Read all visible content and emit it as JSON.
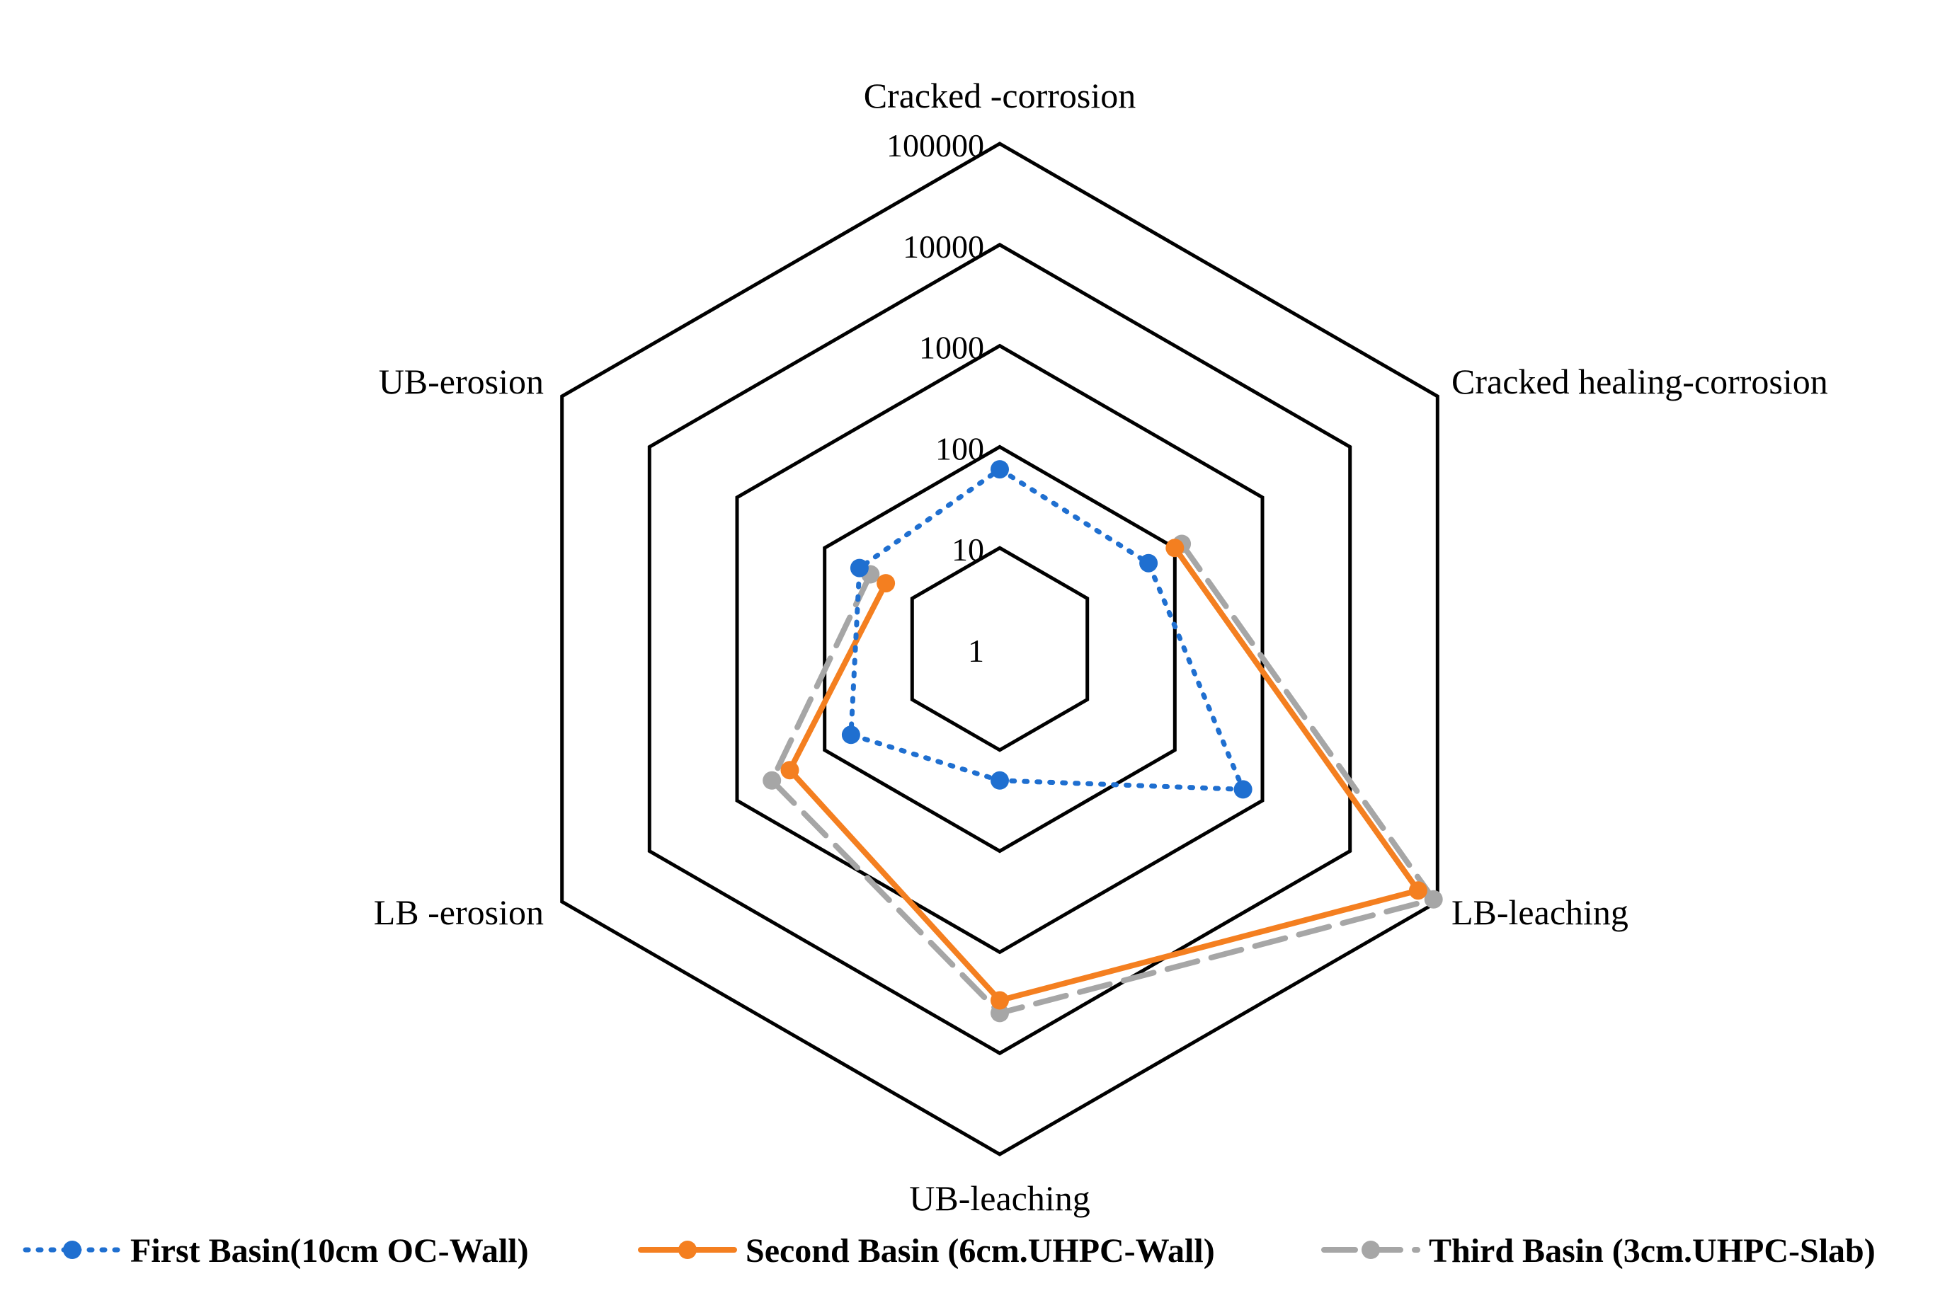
{
  "chart_data": {
    "type": "radar",
    "scale": "log",
    "range": [
      1,
      100000
    ],
    "grid": true,
    "legend_position": "bottom",
    "axes": [
      "Cracked -corrosion",
      "Cracked healing-corrosion",
      "LB-leaching",
      "UB-leaching",
      "LB -erosion",
      "UB-erosion"
    ],
    "ticks": [
      "1",
      "10",
      "100",
      "1000",
      "10000",
      "100000"
    ],
    "tick_values": [
      1,
      10,
      100,
      1000,
      10000,
      100000
    ],
    "series": [
      {
        "name": "First Basin(10cm OC-Wall)",
        "values": [
          60,
          50,
          600,
          20,
          50,
          40
        ],
        "color": "#1f6fd0",
        "line": "dotted",
        "marker": "circle"
      },
      {
        "name": "Second Basin (6cm.UHPC-Wall)",
        "values": [
          null,
          100,
          60000,
          3000,
          250,
          20
        ],
        "color": "#f47f20",
        "line": "solid",
        "marker": "circle"
      },
      {
        "name": "Third Basin (3cm.UHPC-Slab)",
        "values": [
          null,
          120,
          90000,
          4000,
          400,
          30
        ],
        "color": "#a6a6a6",
        "line": "dashed",
        "marker": "circle"
      }
    ]
  }
}
